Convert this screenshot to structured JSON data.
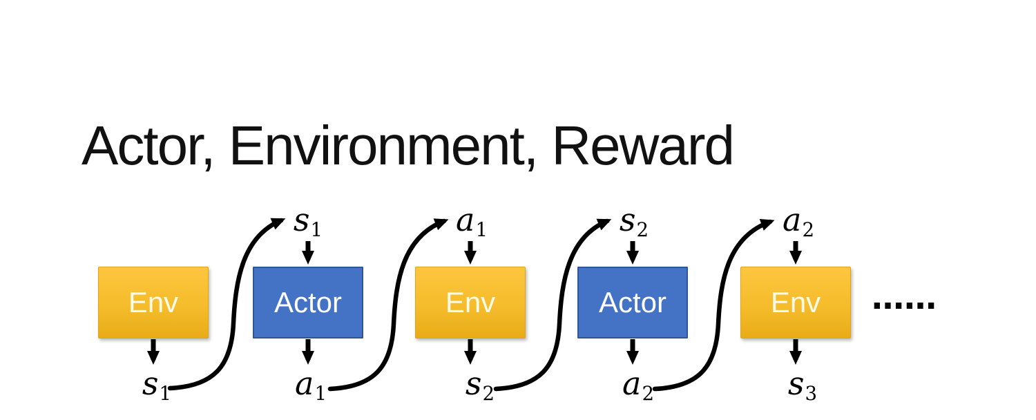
{
  "slide": {
    "title": "Actor, Environment, Reward",
    "ellipsis": "……"
  },
  "nodes": [
    {
      "id": "env-1",
      "kind": "env",
      "label": "Env"
    },
    {
      "id": "actor-1",
      "kind": "actor",
      "label": "Actor"
    },
    {
      "id": "env-2",
      "kind": "env",
      "label": "Env"
    },
    {
      "id": "actor-2",
      "kind": "actor",
      "label": "Actor"
    },
    {
      "id": "env-3",
      "kind": "env",
      "label": "Env"
    }
  ],
  "top_labels": [
    {
      "base": "s",
      "sub": "1"
    },
    {
      "base": "a",
      "sub": "1"
    },
    {
      "base": "s",
      "sub": "2"
    },
    {
      "base": "a",
      "sub": "2"
    }
  ],
  "bottom_labels": [
    {
      "base": "s",
      "sub": "1"
    },
    {
      "base": "a",
      "sub": "1"
    },
    {
      "base": "s",
      "sub": "2"
    },
    {
      "base": "a",
      "sub": "2"
    },
    {
      "base": "s",
      "sub": "3"
    }
  ],
  "colors": {
    "env_gradient_top": "#FDC63F",
    "env_gradient_bottom": "#E9AC18",
    "env_text": "#FFFBE8",
    "actor_fill": "#4472C4",
    "actor_border": "#2F5597",
    "actor_text": "#FFFFFF",
    "arrow": "#000000",
    "title_text": "#111111",
    "background": "#FFFFFF"
  }
}
